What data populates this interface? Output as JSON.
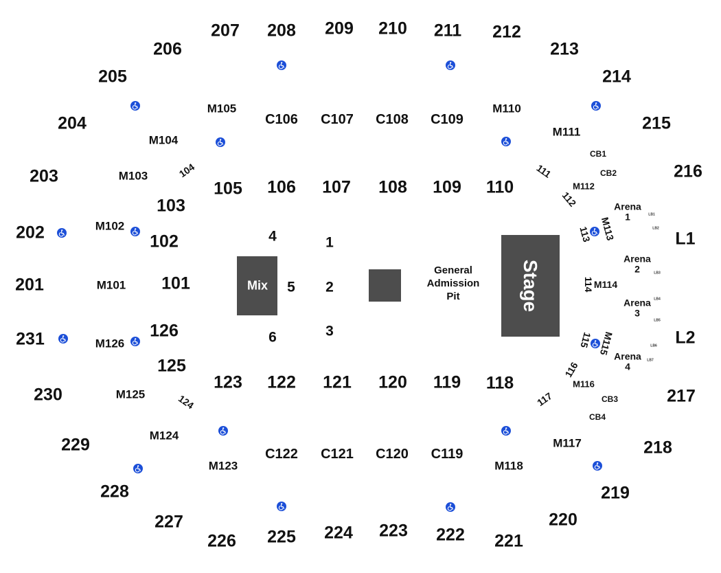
{
  "venue_map": {
    "upper_sections": [
      "207",
      "208",
      "209",
      "210",
      "211",
      "212",
      "206",
      "213",
      "205",
      "214",
      "204",
      "215",
      "203",
      "216",
      "202",
      "L1",
      "201",
      "231",
      "L2",
      "230",
      "217",
      "229",
      "218",
      "228",
      "219",
      "227",
      "220",
      "226",
      "225",
      "224",
      "223",
      "222",
      "221"
    ],
    "lower_sections": [
      "105",
      "106",
      "107",
      "108",
      "109",
      "110",
      "103",
      "102",
      "101",
      "126",
      "125",
      "123",
      "122",
      "121",
      "120",
      "119",
      "118"
    ],
    "rotated_sections": [
      "104",
      "111",
      "112",
      "113",
      "114",
      "115",
      "116",
      "117",
      "124"
    ],
    "mezzanine": [
      "M105",
      "M110",
      "M104",
      "M111",
      "M103",
      "M112",
      "M102",
      "M113",
      "M101",
      "M114",
      "M126",
      "M115",
      "M125",
      "M116",
      "M124",
      "M117",
      "M123",
      "M118"
    ],
    "club_sections": [
      "C106",
      "C107",
      "C108",
      "C109",
      "C122",
      "C121",
      "C120",
      "C119"
    ],
    "club_boxes": [
      "CB1",
      "CB2",
      "CB3",
      "CB4"
    ],
    "loge_boxes": [
      "LB1",
      "LB2",
      "LB3",
      "LB4",
      "LB5",
      "LB6",
      "LB7"
    ],
    "arena_sections": [
      {
        "name": "Arena",
        "num": "1"
      },
      {
        "name": "Arena",
        "num": "2"
      },
      {
        "name": "Arena",
        "num": "3"
      },
      {
        "name": "Arena",
        "num": "4"
      }
    ],
    "floor_sections": [
      "4",
      "1",
      "5",
      "2",
      "6",
      "3"
    ],
    "mix_label": "Mix",
    "stage_label": "Stage",
    "ga_pit": {
      "line1": "General",
      "line2": "Admission",
      "line3": "Pit"
    },
    "accessible_icon": "wheelchair-icon",
    "colors": {
      "block": "#4d4d4d",
      "accessible": "#1c4fd8",
      "text": "#111111"
    }
  }
}
